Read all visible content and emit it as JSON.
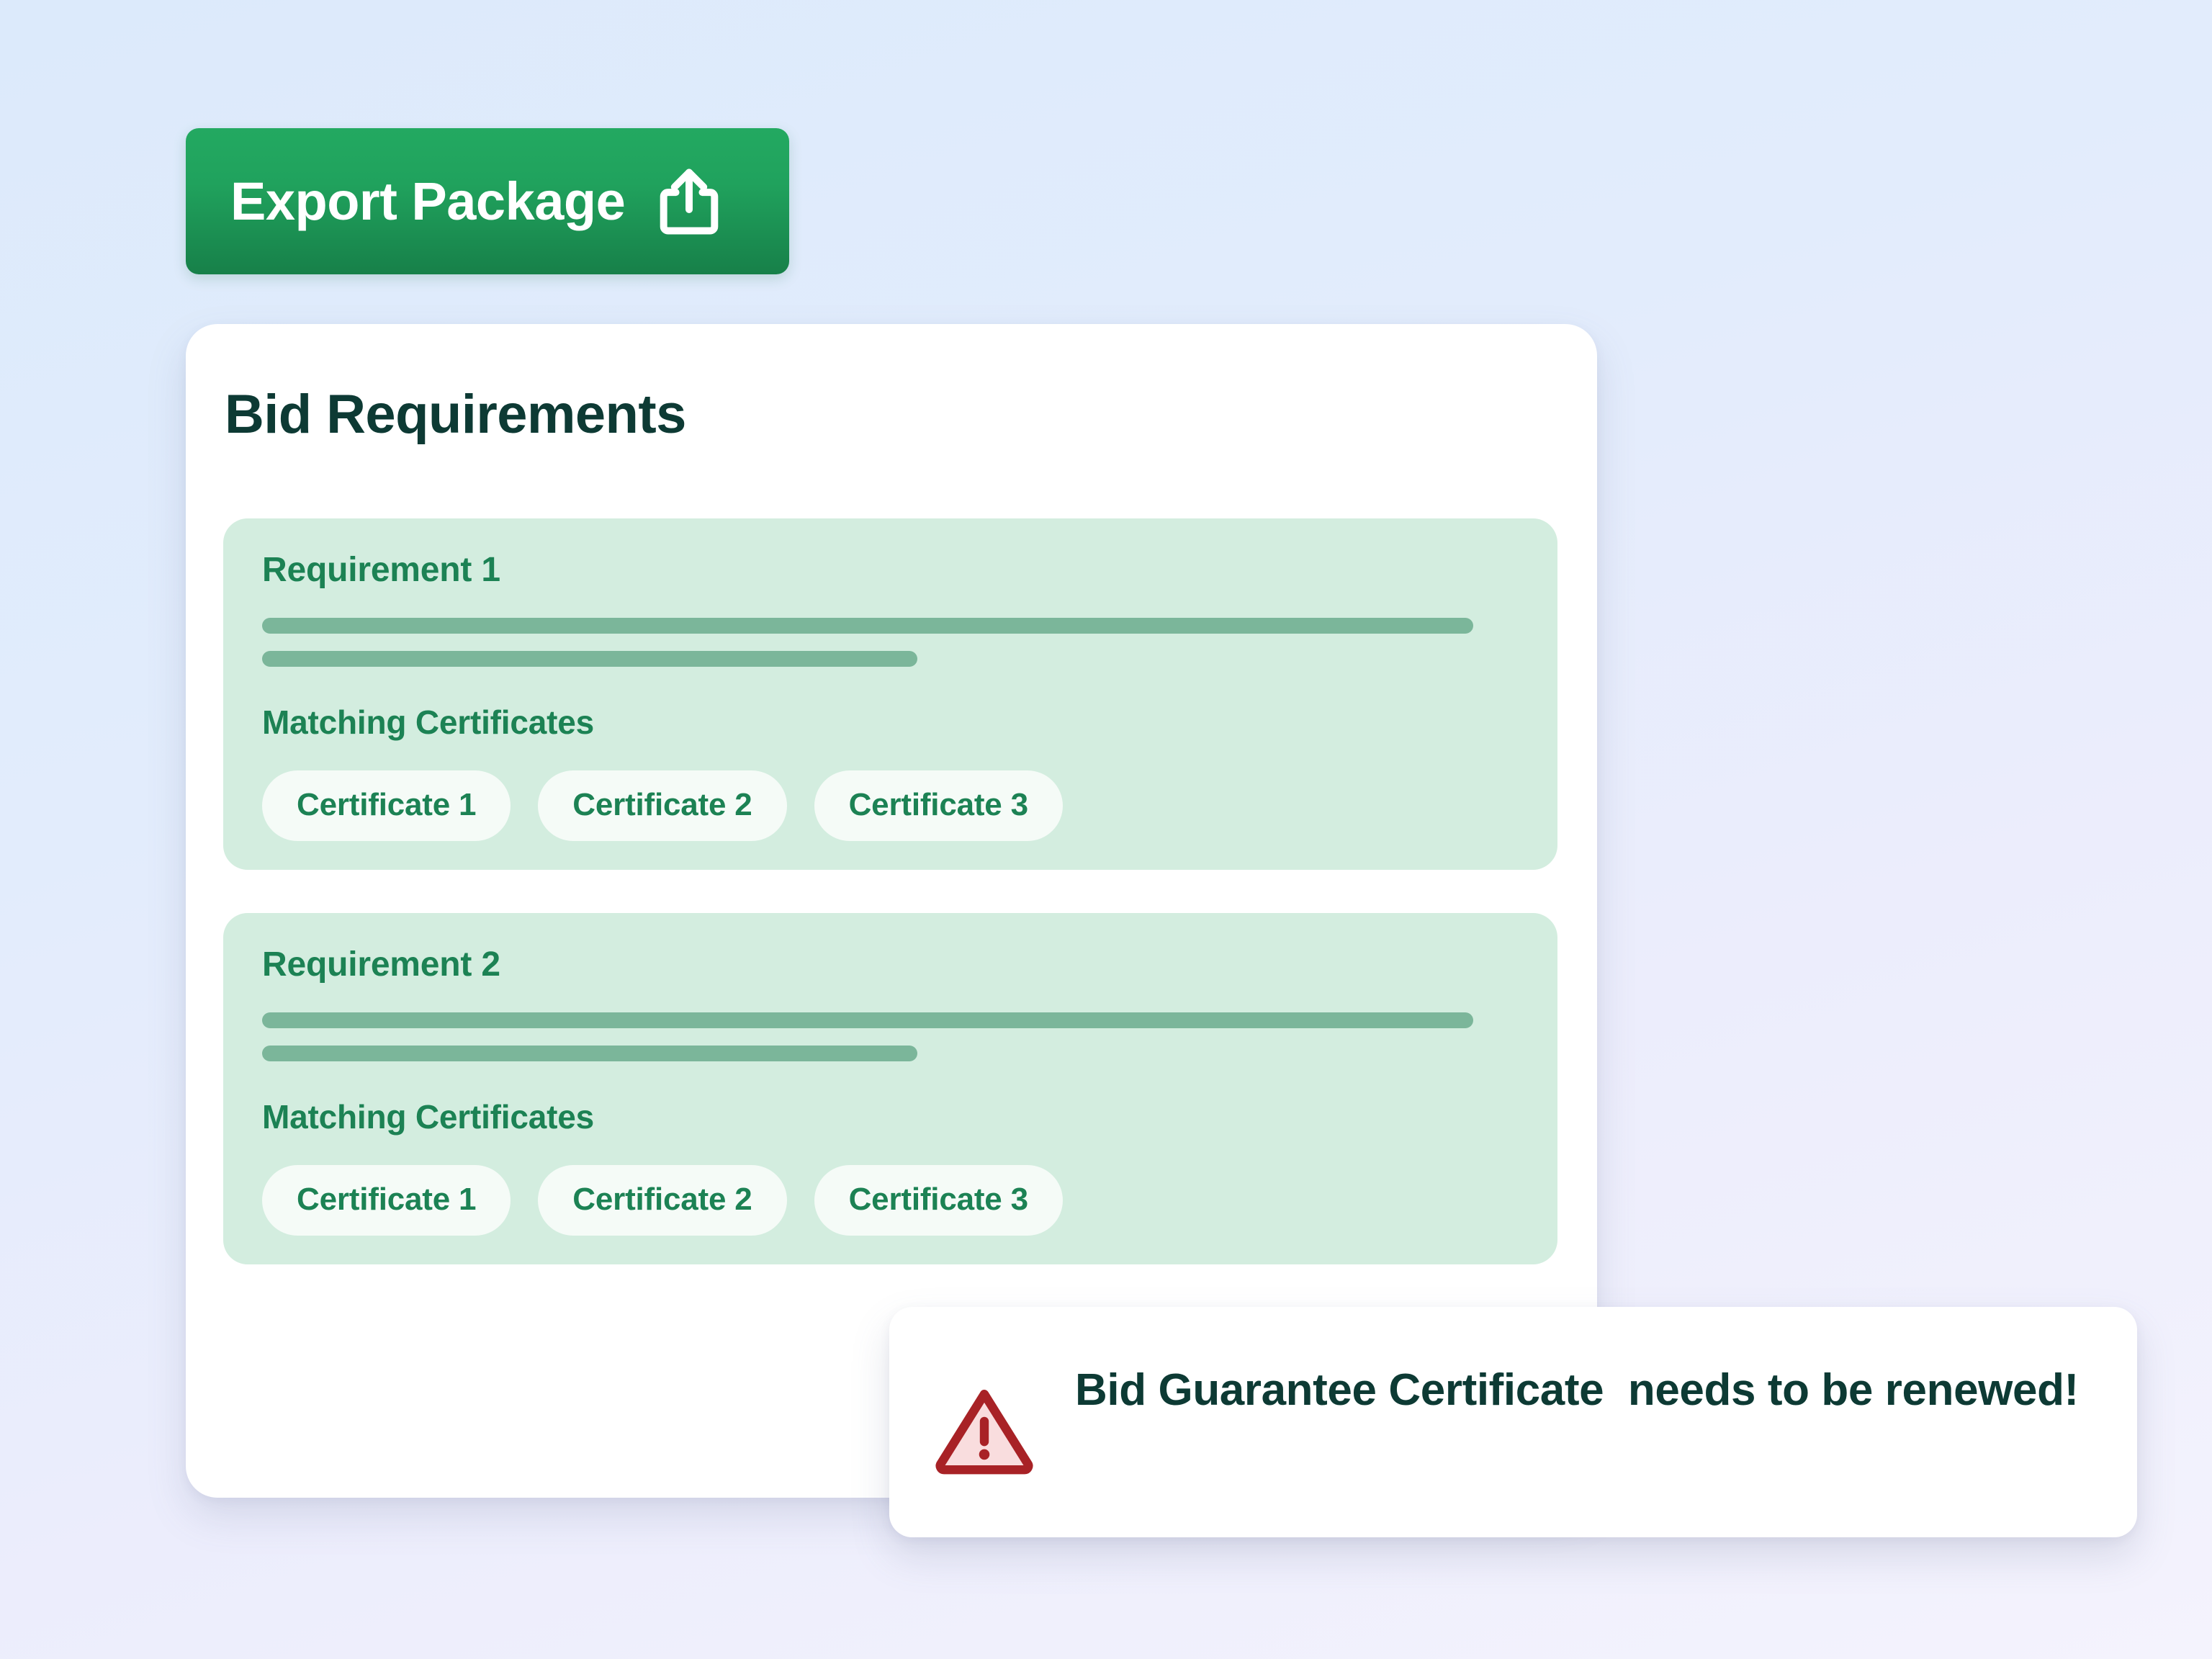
{
  "colors": {
    "background_top": "#DCEAFB",
    "background_bottom": "#F4F3FD",
    "accent_green": "#23A961",
    "accent_green_dark": "#178049",
    "title_dark": "#0D3A34",
    "req_block_bg": "#D3EDDF",
    "req_text_green": "#1C8254",
    "skeleton_bar": "#7BB69A",
    "chip_bg": "#F5FBF7",
    "card_white": "#FFFFFF",
    "warning_stroke": "#A82226",
    "warning_fill": "#F9DDDE"
  },
  "toolbar": {
    "export_label": "Export Package",
    "export_icon": "share-upload-icon"
  },
  "card": {
    "title": "Bid Requirements",
    "requirements": [
      {
        "title": "Requirement 1",
        "subtitle": "Matching Certificates",
        "skeleton_lines": 2,
        "certificates": [
          "Certificate 1",
          "Certificate 2",
          "Certificate 3"
        ]
      },
      {
        "title": "Requirement 2",
        "subtitle": "Matching Certificates",
        "skeleton_lines": 2,
        "certificates": [
          "Certificate 1",
          "Certificate 2",
          "Certificate 3"
        ]
      }
    ]
  },
  "toast": {
    "icon": "warning-triangle-icon",
    "message": "Bid Guarantee Certificate  needs to be renewed!"
  }
}
